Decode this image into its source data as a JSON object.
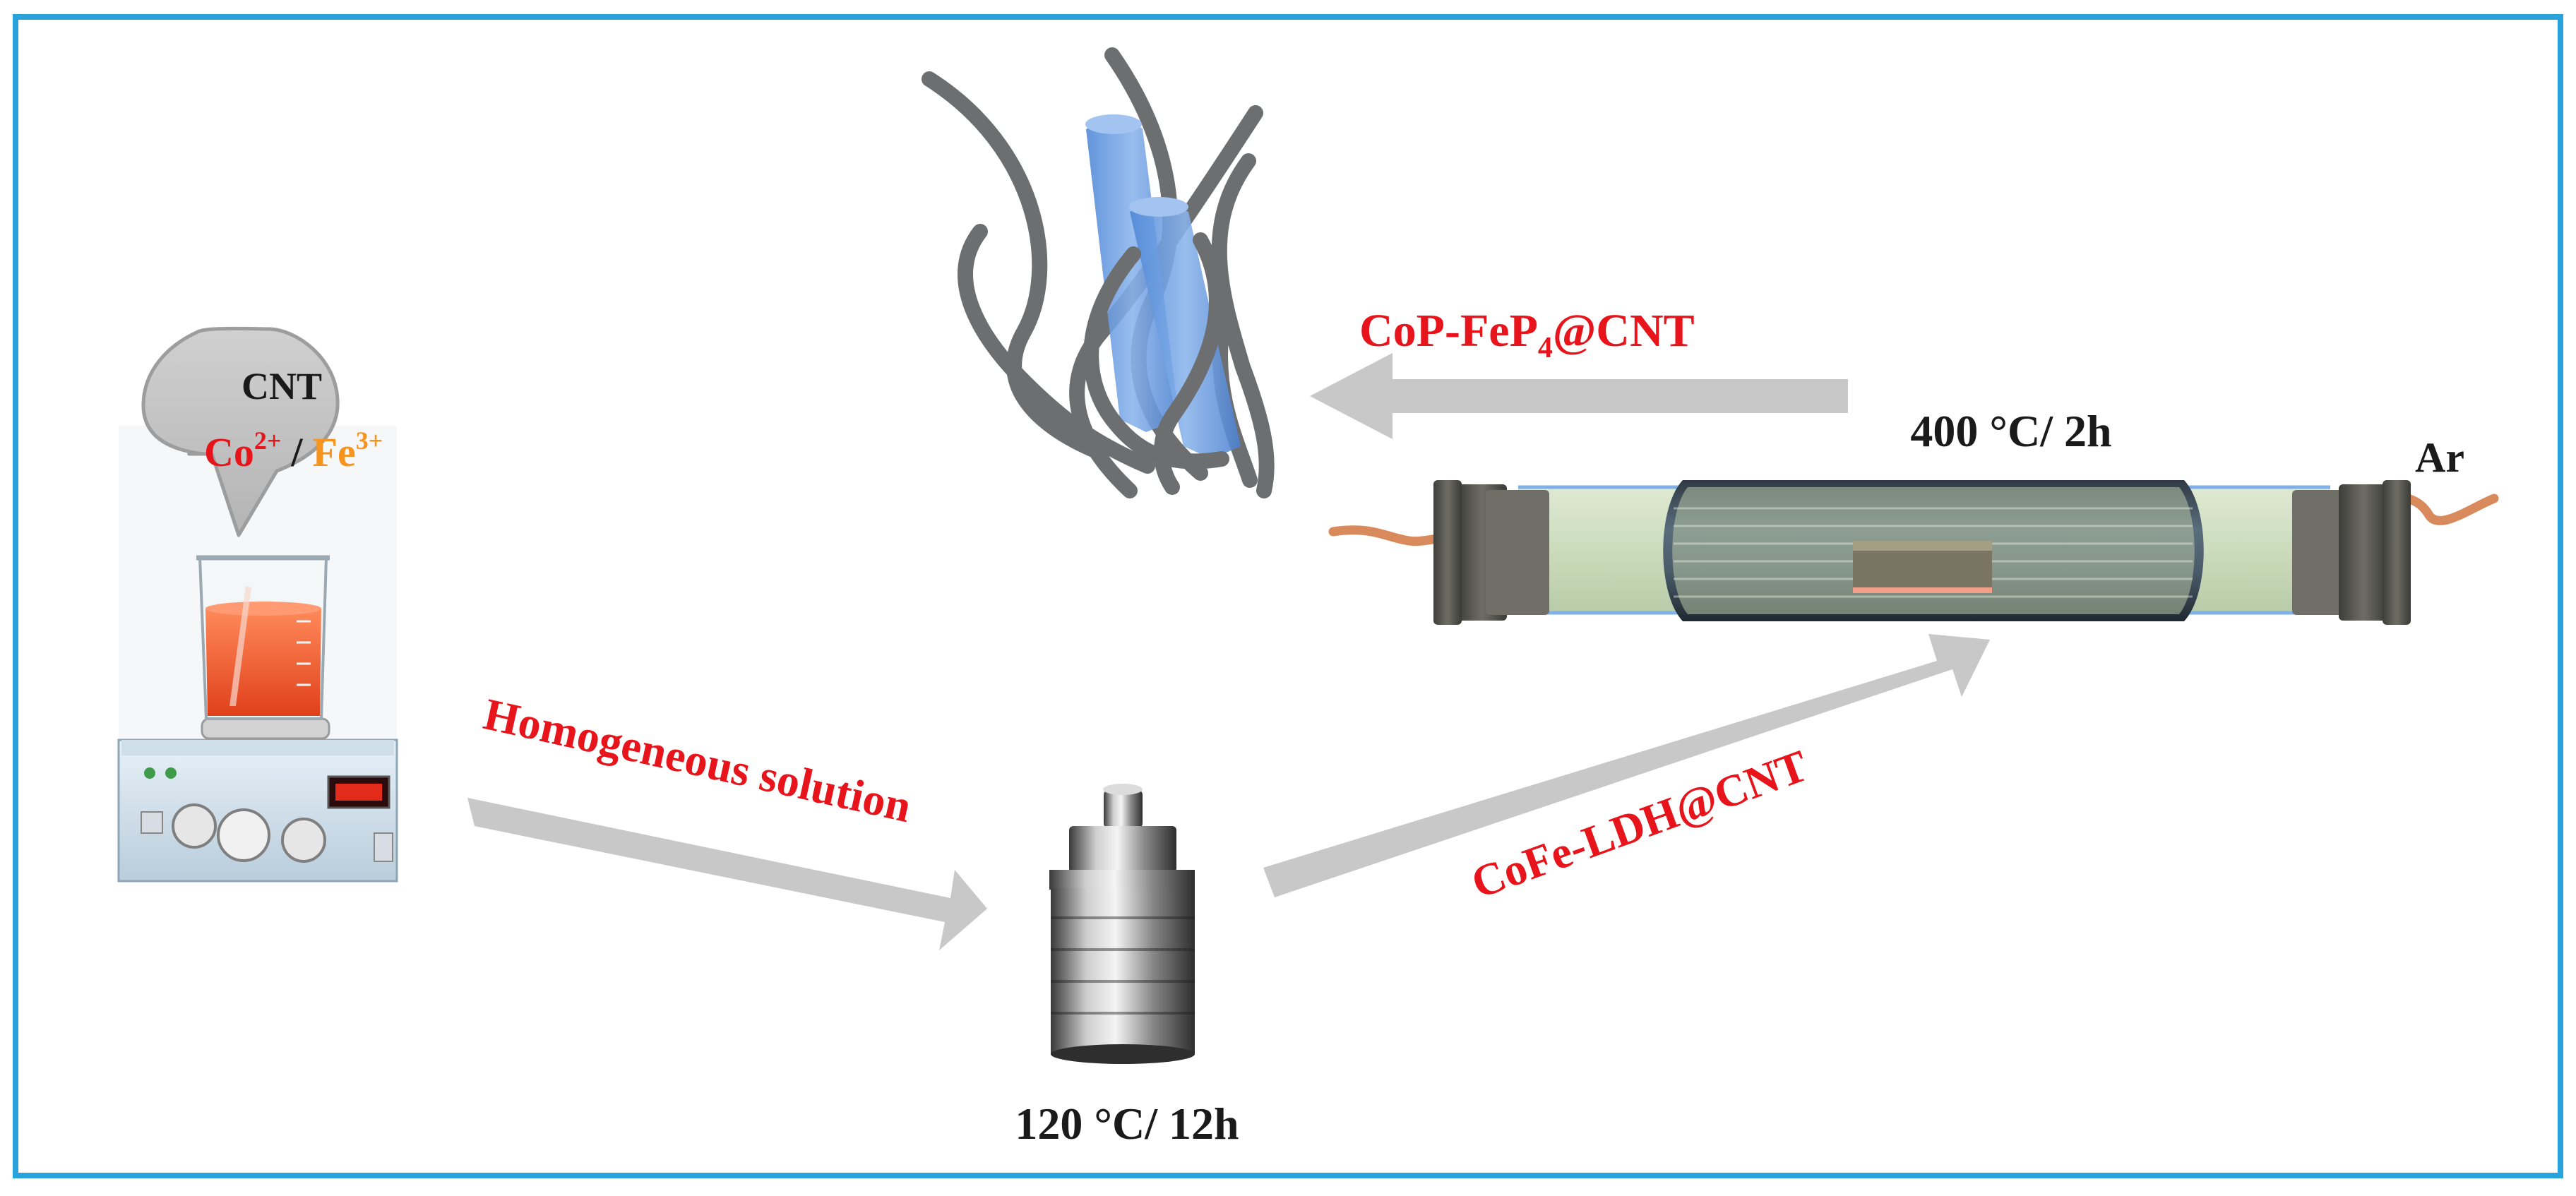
{
  "colors": {
    "frame": "#2aa3dc",
    "label_red": "#e8141b",
    "label_orange": "#f7941d",
    "label_black": "#1a1a1a",
    "arrow_gray": "#c8c8c8",
    "cnt_gray": "#6d6e70",
    "rod_blue": "#5b95dd"
  },
  "bubble": {
    "title": "CNT",
    "co_ion": "Co",
    "co_charge": "2+",
    "separator": "/",
    "fe_ion": "Fe",
    "fe_charge": "3+"
  },
  "steps": {
    "step1_label": "Homogeneous solution",
    "autoclave_condition": "120 °C/ 12h",
    "step2_label": "CoFe-LDH@CNT",
    "furnace_condition": "400 °C/ 2h",
    "gas_label": "Ar",
    "product_prefix": "CoP-FeP",
    "product_subscript": "4",
    "product_suffix": "@CNT"
  },
  "icons": [
    "stirrer-icon",
    "beaker-icon",
    "autoclave-icon",
    "tube-furnace-icon",
    "cnt-bundle-icon"
  ]
}
